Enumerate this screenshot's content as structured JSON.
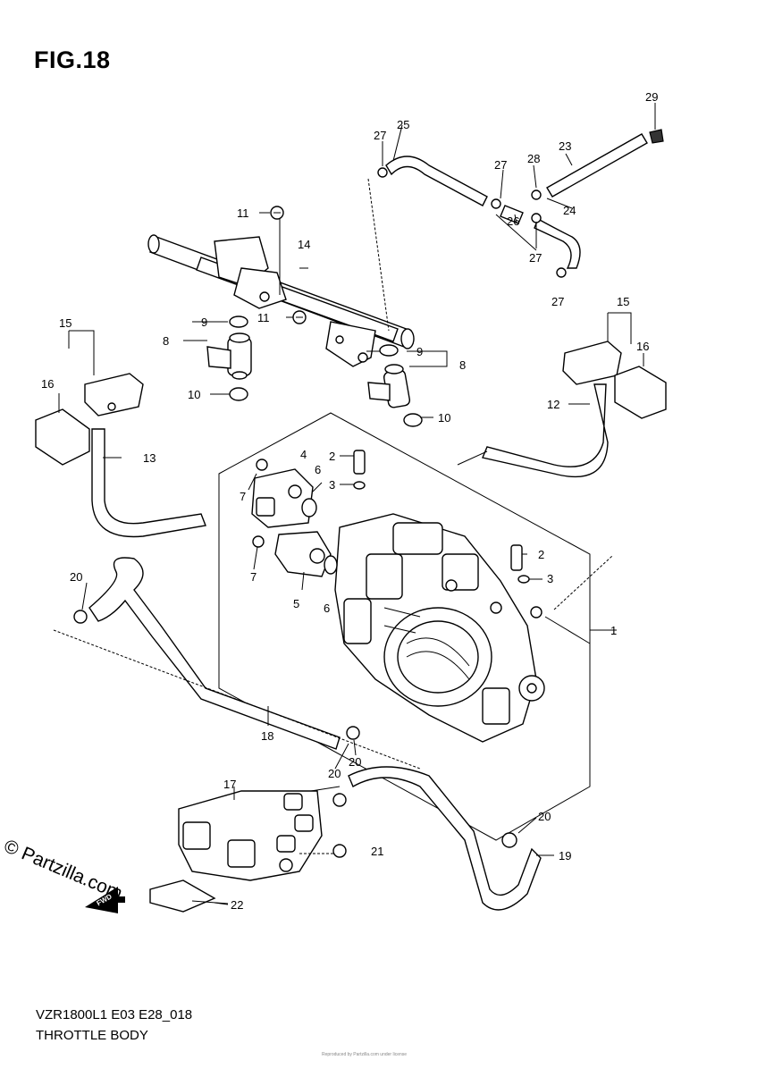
{
  "figure": {
    "title": "FIG.18",
    "model_code": "VZR1800L1 E03 E28_018",
    "caption": "THROTTLE BODY",
    "copyright": "© Partzilla.com",
    "forward_label": "FWD",
    "footer_note": "Reproduced by Partzilla.com under license"
  },
  "callouts": [
    {
      "id": "c1",
      "label": "1"
    },
    {
      "id": "c2a",
      "label": "2"
    },
    {
      "id": "c2b",
      "label": "2"
    },
    {
      "id": "c3a",
      "label": "3"
    },
    {
      "id": "c3b",
      "label": "3"
    },
    {
      "id": "c4",
      "label": "4"
    },
    {
      "id": "c5",
      "label": "5"
    },
    {
      "id": "c6a",
      "label": "6"
    },
    {
      "id": "c6b",
      "label": "6"
    },
    {
      "id": "c7a",
      "label": "7"
    },
    {
      "id": "c7b",
      "label": "7"
    },
    {
      "id": "c8a",
      "label": "8"
    },
    {
      "id": "c8b",
      "label": "8"
    },
    {
      "id": "c9a",
      "label": "9"
    },
    {
      "id": "c9b",
      "label": "9"
    },
    {
      "id": "c10a",
      "label": "10"
    },
    {
      "id": "c10b",
      "label": "10"
    },
    {
      "id": "c11a",
      "label": "11"
    },
    {
      "id": "c11b",
      "label": "11"
    },
    {
      "id": "c12",
      "label": "12"
    },
    {
      "id": "c13",
      "label": "13"
    },
    {
      "id": "c14",
      "label": "14"
    },
    {
      "id": "c15a",
      "label": "15"
    },
    {
      "id": "c15b",
      "label": "15"
    },
    {
      "id": "c16a",
      "label": "16"
    },
    {
      "id": "c16b",
      "label": "16"
    },
    {
      "id": "c17",
      "label": "17"
    },
    {
      "id": "c18",
      "label": "18"
    },
    {
      "id": "c19",
      "label": "19"
    },
    {
      "id": "c20a",
      "label": "20"
    },
    {
      "id": "c20b",
      "label": "20"
    },
    {
      "id": "c20c",
      "label": "20"
    },
    {
      "id": "c20d",
      "label": "20"
    },
    {
      "id": "c21",
      "label": "21"
    },
    {
      "id": "c22",
      "label": "22"
    },
    {
      "id": "c23",
      "label": "23"
    },
    {
      "id": "c24",
      "label": "24"
    },
    {
      "id": "c25",
      "label": "25"
    },
    {
      "id": "c26",
      "label": "26"
    },
    {
      "id": "c27a",
      "label": "27"
    },
    {
      "id": "c27b",
      "label": "27"
    },
    {
      "id": "c27c",
      "label": "27"
    },
    {
      "id": "c27d",
      "label": "27"
    },
    {
      "id": "c28",
      "label": "28"
    },
    {
      "id": "c29",
      "label": "29"
    }
  ]
}
